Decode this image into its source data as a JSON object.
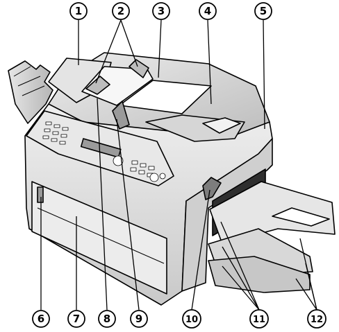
{
  "figure": {
    "subject": "multifunction fax machine with document feeder, paper input tray and output trays",
    "colors": {
      "ink": "#000000",
      "paper": "#ffffff",
      "shade": "#d9d9d9",
      "dark": "#8c8c8c"
    }
  },
  "callouts": {
    "c1": "1",
    "c2": "2",
    "c3": "3",
    "c4": "4",
    "c5": "5",
    "c6": "6",
    "c7": "7",
    "c8": "8",
    "c9": "9",
    "c10": "10",
    "c11": "11",
    "c12": "12"
  }
}
